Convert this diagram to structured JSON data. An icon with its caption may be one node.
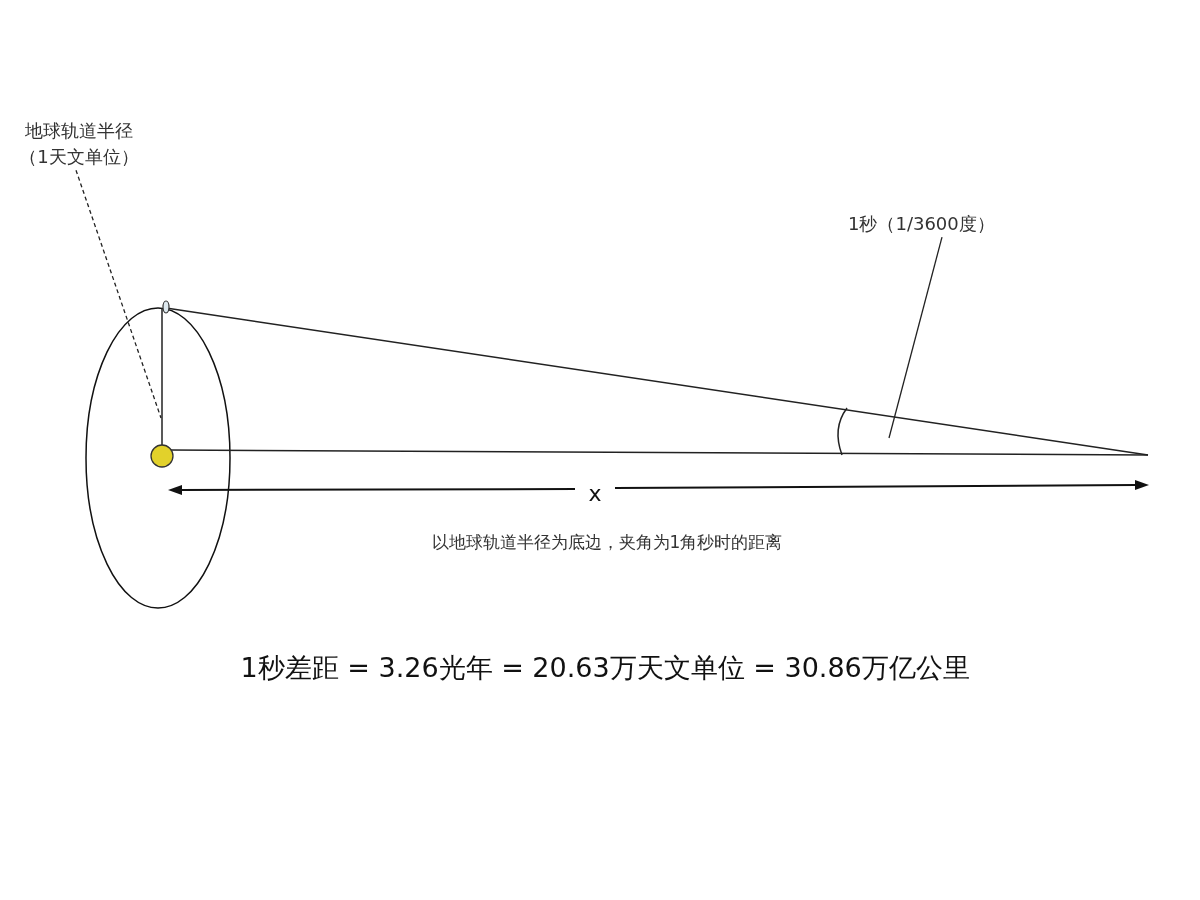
{
  "diagram": {
    "nodes": [
      {
        "text": [
          "地球轨道半径（1天文单位）"
        ]
      },
      {
        "text": [
          "1秒（1/3600度）"
        ]
      }
    ],
    "edges": [
      {
        "from": 0,
        "to": null,
        "arrow": "none",
        "style": "dashed"
      },
      {
        "from": 1,
        "to": null,
        "arrow": "none"
      }
    ],
    "labels": [
      "x",
      "以地球轨道半径为底边，夹角为1角秒时的距离",
      "1秒差距 = 3.26光年 = 20.63万天文单位 = 30.86万亿公里"
    ]
  }
}
